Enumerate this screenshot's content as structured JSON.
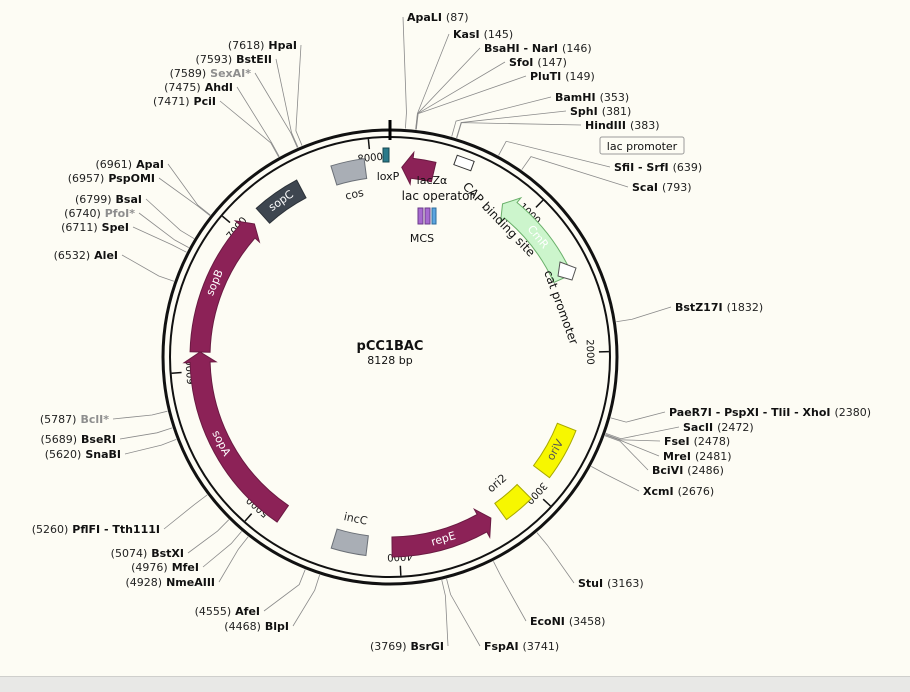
{
  "map": {
    "name": "pCC1BAC",
    "size_label": "8128 bp",
    "total_bp": 8128
  },
  "ruler_labels": [
    "1000",
    "2000",
    "3000",
    "4000",
    "5000",
    "6000",
    "7000",
    "8000"
  ],
  "sites": [
    {
      "name": "ApaLI",
      "pos": "(87)",
      "bp": 87,
      "style": "bold",
      "side": "right"
    },
    {
      "name": "KasI",
      "pos": "(145)",
      "bp": 145,
      "style": "bold",
      "side": "right"
    },
    {
      "name": "BsaHI - NarI",
      "pos": "(146)",
      "bp": 146,
      "style": "bold",
      "side": "right"
    },
    {
      "name": "SfoI",
      "pos": "(147)",
      "bp": 147,
      "style": "bold",
      "side": "right"
    },
    {
      "name": "PluTI",
      "pos": "(149)",
      "bp": 149,
      "style": "bold",
      "side": "right"
    },
    {
      "name": "BamHI",
      "pos": "(353)",
      "bp": 353,
      "style": "bold",
      "side": "right"
    },
    {
      "name": "SphI",
      "pos": "(381)",
      "bp": 381,
      "style": "bold",
      "side": "right"
    },
    {
      "name": "HindIII",
      "pos": "(383)",
      "bp": 383,
      "style": "bold",
      "side": "right"
    },
    {
      "name": "SfiI - SrfI",
      "pos": "(639)",
      "bp": 639,
      "style": "bold",
      "side": "right"
    },
    {
      "name": "ScaI",
      "pos": "(793)",
      "bp": 793,
      "style": "bold",
      "side": "right"
    },
    {
      "name": "BstZ17I",
      "pos": "(1832)",
      "bp": 1832,
      "style": "bold",
      "side": "right"
    },
    {
      "name": "PaeR7I - PspXI - TliI - XhoI",
      "pos": "(2380)",
      "bp": 2380,
      "style": "bold",
      "side": "right"
    },
    {
      "name": "SacII",
      "pos": "(2472)",
      "bp": 2472,
      "style": "bold",
      "side": "right"
    },
    {
      "name": "FseI",
      "pos": "(2478)",
      "bp": 2478,
      "style": "bold",
      "side": "right"
    },
    {
      "name": "MreI",
      "pos": "(2481)",
      "bp": 2481,
      "style": "bold",
      "side": "right"
    },
    {
      "name": "BciVI",
      "pos": "(2486)",
      "bp": 2486,
      "style": "bold",
      "side": "right"
    },
    {
      "name": "XcmI",
      "pos": "(2676)",
      "bp": 2676,
      "style": "bold",
      "side": "right"
    },
    {
      "name": "StuI",
      "pos": "(3163)",
      "bp": 3163,
      "style": "bold",
      "side": "right"
    },
    {
      "name": "EcoNI",
      "pos": "(3458)",
      "bp": 3458,
      "style": "bold",
      "side": "right"
    },
    {
      "name": "FspAI",
      "pos": "(3741)",
      "bp": 3741,
      "style": "bold",
      "side": "right"
    },
    {
      "name": "BsrGI",
      "pos": "(3769)",
      "bp": 3769,
      "style": "bold",
      "side": "left"
    },
    {
      "name": "BlpI",
      "pos": "(4468)",
      "bp": 4468,
      "style": "bold",
      "side": "left"
    },
    {
      "name": "AfeI",
      "pos": "(4555)",
      "bp": 4555,
      "style": "bold",
      "side": "left"
    },
    {
      "name": "NmeAIII",
      "pos": "(4928)",
      "bp": 4928,
      "style": "bold",
      "side": "left"
    },
    {
      "name": "MfeI",
      "pos": "(4976)",
      "bp": 4976,
      "style": "bold",
      "side": "left"
    },
    {
      "name": "BstXI",
      "pos": "(5074)",
      "bp": 5074,
      "style": "bold",
      "side": "left"
    },
    {
      "name": "PflFI - Tth111I",
      "pos": "(5260)",
      "bp": 5260,
      "style": "bold",
      "side": "left"
    },
    {
      "name": "SnaBI",
      "pos": "(5620)",
      "bp": 5620,
      "style": "bold",
      "side": "left"
    },
    {
      "name": "BseRI",
      "pos": "(5689)",
      "bp": 5689,
      "style": "bold",
      "side": "left"
    },
    {
      "name": "BclI*",
      "pos": "(5787)",
      "bp": 5787,
      "style": "gray",
      "side": "left"
    },
    {
      "name": "AleI",
      "pos": "(6532)",
      "bp": 6532,
      "style": "bold",
      "side": "left"
    },
    {
      "name": "SpeI",
      "pos": "(6711)",
      "bp": 6711,
      "style": "bold",
      "side": "left"
    },
    {
      "name": "PfoI*",
      "pos": "(6740)",
      "bp": 6740,
      "style": "gray",
      "side": "left"
    },
    {
      "name": "BsaI",
      "pos": "(6799)",
      "bp": 6799,
      "style": "bold",
      "side": "left"
    },
    {
      "name": "PspOMI",
      "pos": "(6957)",
      "bp": 6957,
      "style": "bold",
      "side": "left"
    },
    {
      "name": "ApaI",
      "pos": "(6961)",
      "bp": 6961,
      "style": "bold",
      "side": "left"
    },
    {
      "name": "PciI",
      "pos": "(7471)",
      "bp": 7471,
      "style": "bold",
      "side": "left"
    },
    {
      "name": "AhdI",
      "pos": "(7475)",
      "bp": 7475,
      "style": "bold",
      "side": "left"
    },
    {
      "name": "SexAI*",
      "pos": "(7589)",
      "bp": 7589,
      "style": "gray",
      "side": "left"
    },
    {
      "name": "BstEII",
      "pos": "(7593)",
      "bp": 7593,
      "style": "bold",
      "side": "left"
    },
    {
      "name": "HpaI",
      "pos": "(7618)",
      "bp": 7618,
      "style": "bold",
      "side": "left"
    }
  ],
  "features": [
    {
      "name": "CmR",
      "kind": "arrow",
      "start": 820,
      "end": 1480,
      "dir": -1,
      "color": "#ccf5cc",
      "stroke": "#6ab06a",
      "text": "#ffffff"
    },
    {
      "name": "oriV",
      "kind": "box",
      "start": 2520,
      "end": 2870,
      "dir": 0,
      "color": "#f7f700",
      "stroke": "#a8a800",
      "text": "#555555"
    },
    {
      "name": "ori2",
      "kind": "box",
      "start": 3050,
      "end": 3260,
      "dir": 0,
      "color": "#f7f700",
      "stroke": "#a8a800",
      "text": "#222222"
    },
    {
      "name": "repE",
      "kind": "arrow",
      "start": 3340,
      "end": 4050,
      "dir": -1,
      "color": "#8c2257",
      "stroke": "#6a1a42",
      "text": "#ffffff"
    },
    {
      "name": "incC",
      "kind": "box",
      "start": 4220,
      "end": 4450,
      "dir": 0,
      "color": "#a9aeb5",
      "stroke": "#6b7077",
      "text": "#222222"
    },
    {
      "name": "sopA",
      "kind": "arrow",
      "start": 4840,
      "end": 6130,
      "dir": 1,
      "color": "#8c2257",
      "stroke": "#6a1a42",
      "text": "#ffffff"
    },
    {
      "name": "sopB",
      "kind": "arrow",
      "start": 6130,
      "end": 7100,
      "dir": 1,
      "color": "#8c2257",
      "stroke": "#6a1a42",
      "text": "#ffffff"
    },
    {
      "name": "sopC",
      "kind": "box",
      "start": 7180,
      "end": 7500,
      "dir": 0,
      "color": "#3e4650",
      "stroke": "#2b3138",
      "text": "#ffffff"
    },
    {
      "name": "cos",
      "kind": "box",
      "start": 7740,
      "end": 7960,
      "dir": 0,
      "color": "#a9aeb5",
      "stroke": "#6b7077",
      "text": "#222222"
    },
    {
      "name": "lacZα",
      "kind": "arrow",
      "start": 80,
      "end": 300,
      "dir": -1,
      "color": "#8c2257",
      "stroke": "#6a1a42",
      "text": "#ffffff"
    }
  ],
  "feature_labels": {
    "loxP": "loxP",
    "lac_operator": "lac operator",
    "lac_promoter": "lac promoter",
    "cap_binding_site": "CAP binding site",
    "cat_promoter": "cat promoter",
    "mcs": "MCS",
    "lacZ": "lacZα"
  },
  "colors": {
    "circle": "#111111",
    "site_line": "#8a8a8a",
    "gray_text": "#8e8e8e",
    "background": "#fdfcf4"
  }
}
